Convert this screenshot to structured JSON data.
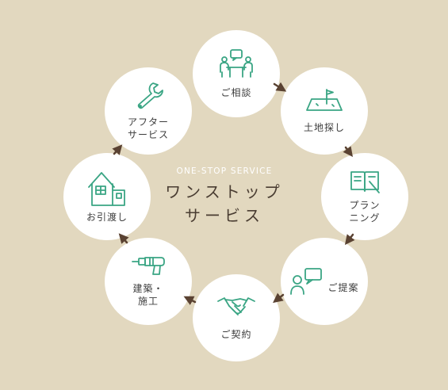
{
  "center": {
    "subtitle": "ONE-STOP SERVICE",
    "title_line1": "ワンストップ",
    "title_line2": "サービス"
  },
  "colors": {
    "background": "#e2d8bf",
    "circle": "#ffffff",
    "icon": "#3aa584",
    "arrow": "#5a4232",
    "title": "#4a3d32"
  },
  "steps": [
    {
      "icon": "meeting-icon",
      "label_lines": [
        "ご相談"
      ]
    },
    {
      "icon": "land-flag-icon",
      "label_lines": [
        "土地探し"
      ]
    },
    {
      "icon": "blueprint-book-icon",
      "label_lines": [
        "プラン",
        "ニング"
      ]
    },
    {
      "icon": "speech-person-icon",
      "label_lines": [
        "ご提案"
      ]
    },
    {
      "icon": "handshake-icon",
      "label_lines": [
        "ご契約"
      ]
    },
    {
      "icon": "drill-icon",
      "label_lines": [
        "建築・",
        "施工"
      ]
    },
    {
      "icon": "house-icon",
      "label_lines": [
        "お引渡し"
      ]
    },
    {
      "icon": "wrench-icon",
      "label_lines": [
        "アフター",
        "サービス"
      ]
    }
  ]
}
